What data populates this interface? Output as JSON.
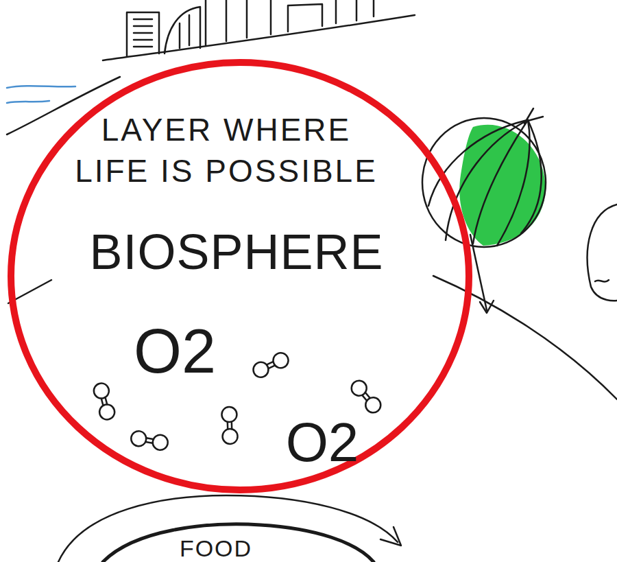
{
  "diagram": {
    "nodes": [
      {
        "text": [
          "LAYER WHERE LIFE IS POSSIBLE",
          "BIOSPHERE"
        ]
      },
      {
        "text": [
          "FOOD"
        ]
      }
    ],
    "labels": [
      "O2",
      "O2"
    ]
  }
}
